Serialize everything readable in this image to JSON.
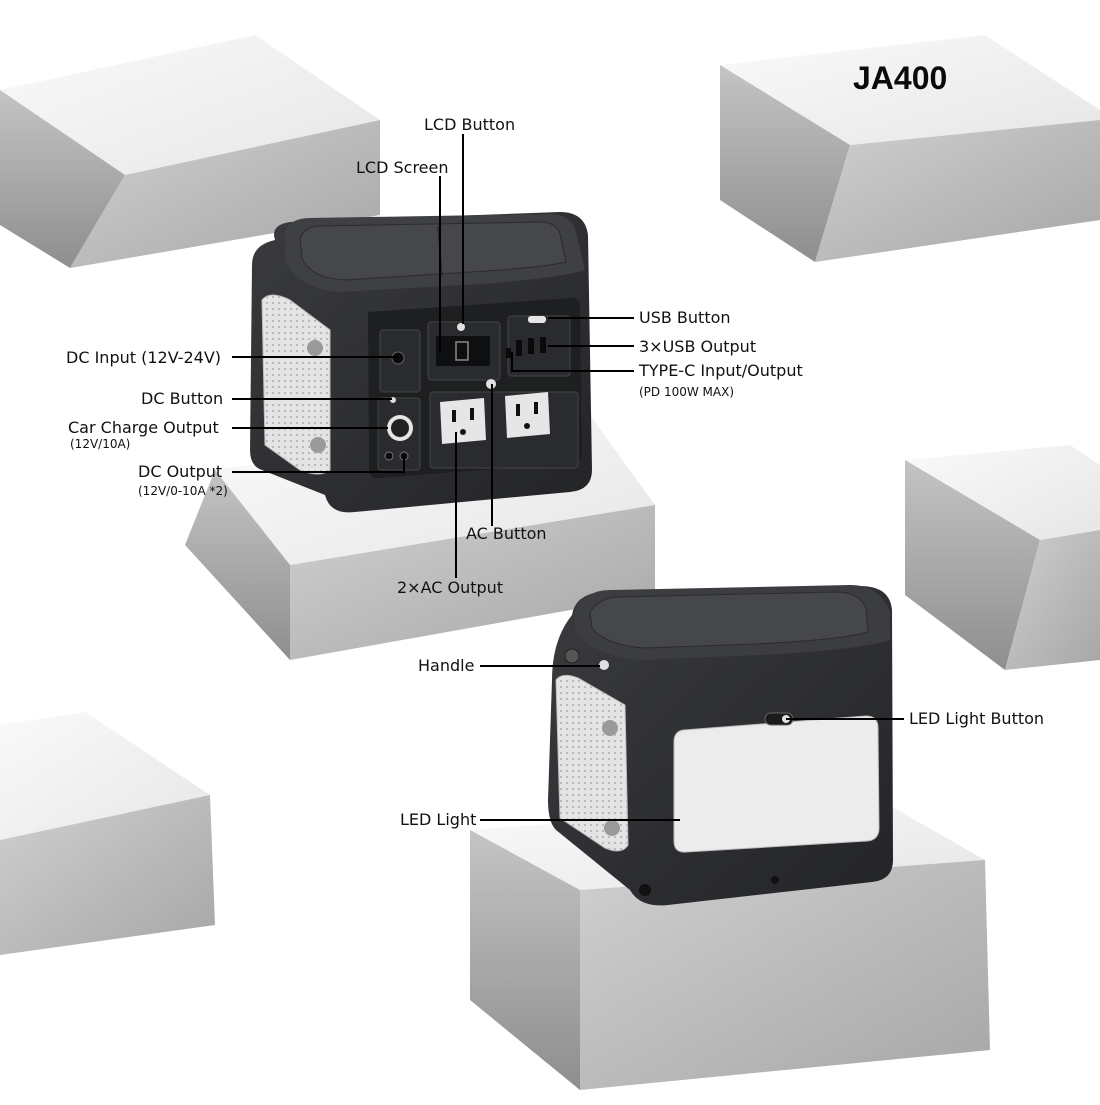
{
  "model": "JA400",
  "labels": {
    "lcd_button": "LCD Button",
    "lcd_screen": "LCD Screen",
    "usb_button": "USB Button",
    "usb_output": "3×USB Output",
    "typec": "TYPE-C Input/Output",
    "typec_note": "(PD 100W MAX)",
    "dc_input": "DC Input (12V-24V)",
    "dc_button": "DC Button",
    "car_charge": "Car Charge Output",
    "car_charge_note": "(12V/10A)",
    "dc_output": "DC Output",
    "dc_output_note": "(12V/0-10A *2)",
    "ac_button": "AC Button",
    "ac_output": "2×AC Output",
    "handle": "Handle",
    "led_light_button": "LED Light Button",
    "led_light": "LED Light"
  },
  "colors": {
    "device_body": "#2d2e31",
    "device_panel": "#1c1d1f",
    "side_grille": "#d9d9d9",
    "led_panel": "#eeeeee",
    "box_top": "#f4f4f4",
    "box_side": "#bdbdbd",
    "leader_line": "#000000"
  }
}
